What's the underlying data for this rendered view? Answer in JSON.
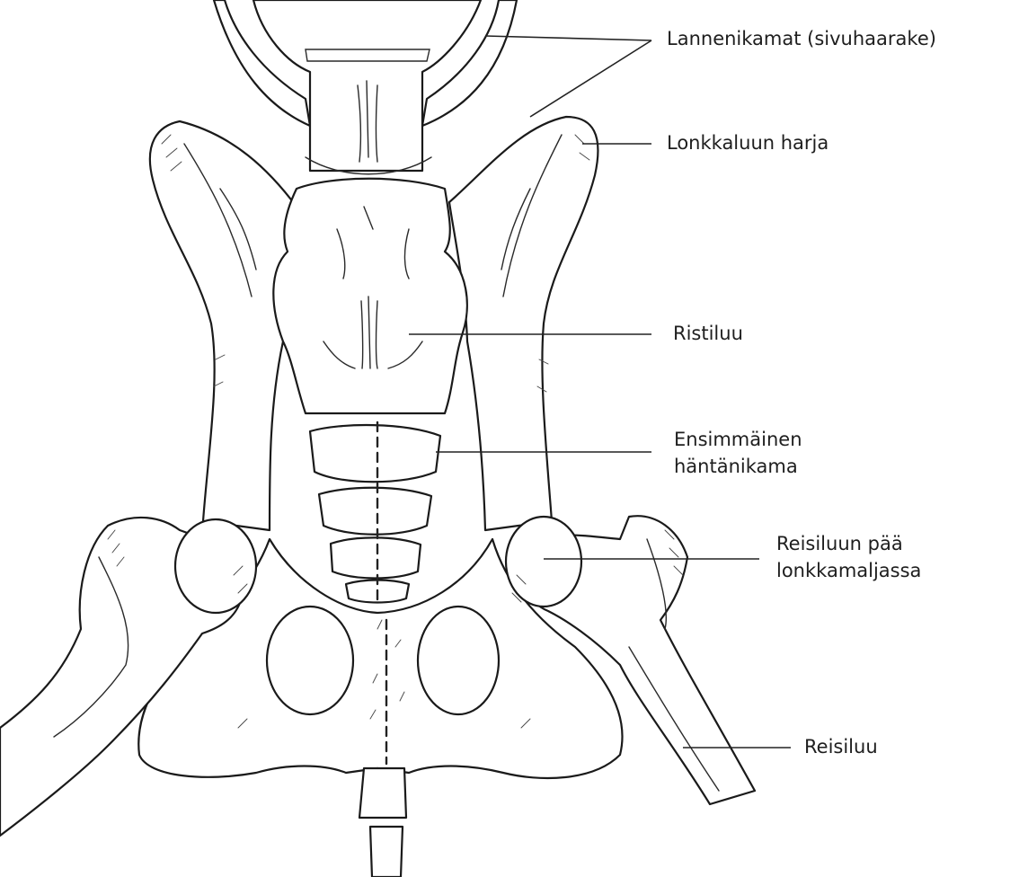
{
  "labels": {
    "lumbar": "Lannenikamat (sivuhaarake)",
    "iliac_crest": "Lonkkaluun harja",
    "sacrum": "Ristiluu",
    "first_tail_vertebra_1": "Ensimmäinen",
    "first_tail_vertebra_2": "häntänikama",
    "femur_head_1": "Reisiluun pää",
    "femur_head_2": "lonkkamaljassa",
    "femur": "Reisiluu"
  }
}
